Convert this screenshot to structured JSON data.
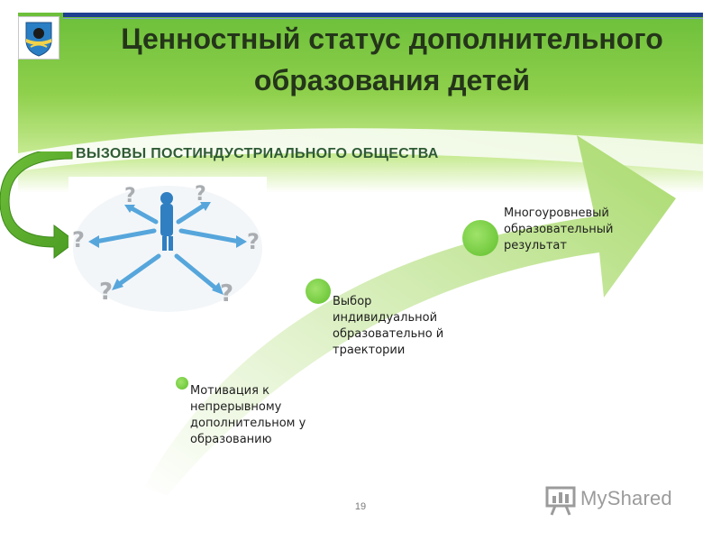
{
  "slide": {
    "title_line1": "Ценностный статус дополнительного",
    "title_line2": "образования детей",
    "challenges_label": "ВЫЗОВЫ ПОСТИНДУСТРИАЛЬНОГО ОБЩЕСТВА",
    "steps": [
      {
        "text": "Мотивация к непрерывному дополнительном у образованию"
      },
      {
        "text": "Выбор индивидуальной образовательно й траектории"
      },
      {
        "text": "Многоуровневый образовательный результат"
      }
    ],
    "page_number": "19",
    "watermark": "MyShared"
  },
  "colors": {
    "header_green": "#6cbf3a",
    "arrow_green": "#bfe38f",
    "dot_green": "#5fbf2b",
    "title_text": "#24351a",
    "label_text": "#2f5b35",
    "topline_blue": "#1f3f8f"
  }
}
